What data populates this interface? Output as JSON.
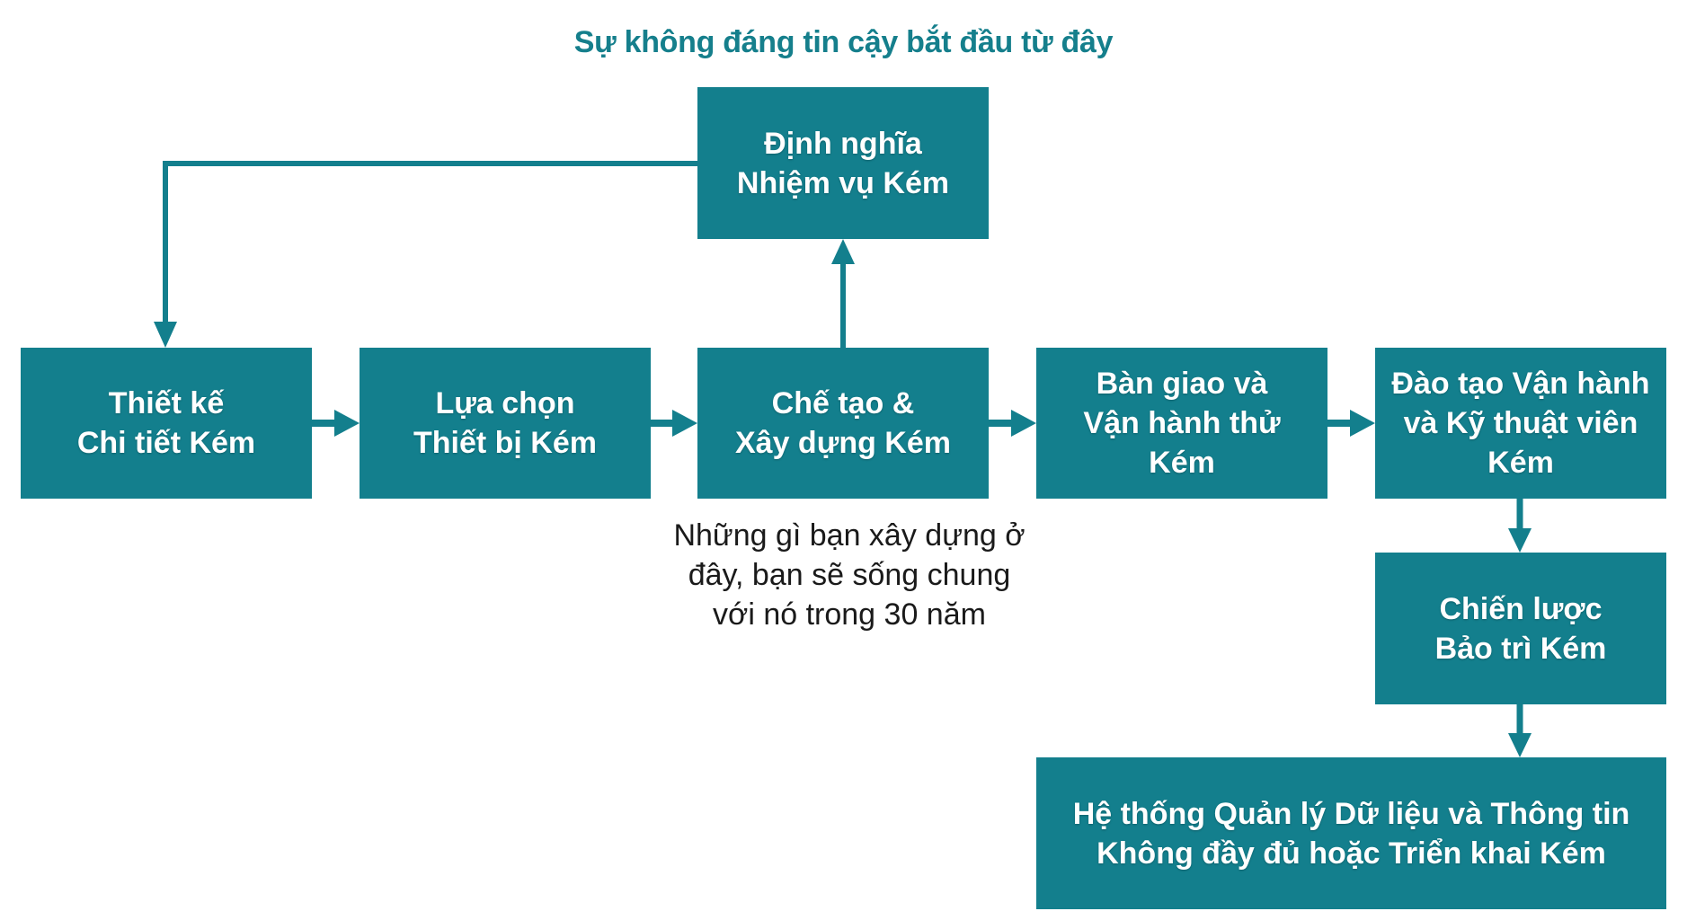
{
  "title": "Sự không đáng tin cậy bắt đầu từ đây",
  "colors": {
    "box_fill": "#137f8d",
    "title": "#157f8c",
    "connector": "#137f8d",
    "caption_text": "#1a1a1a",
    "background": "#ffffff"
  },
  "nodes": {
    "mission": {
      "label": "Định nghĩa\nNhiệm vụ Kém"
    },
    "detail_design": {
      "label": "Thiết kế\nChi tiết Kém"
    },
    "equipment_selection": {
      "label": "Lựa chọn\nThiết bị Kém"
    },
    "fabrication": {
      "label": "Chế tạo &\nXây dựng Kém"
    },
    "commissioning": {
      "label": "Bàn giao và\nVận hành thử\nKém"
    },
    "training": {
      "label": "Đào tạo Vận hành\nvà Kỹ thuật viên\nKém"
    },
    "maintenance": {
      "label": "Chiến lược\nBảo trì Kém"
    },
    "info_system": {
      "label": "Hệ thống Quản lý Dữ liệu và Thông tin\nKhông đầy đủ hoặc Triển khai Kém"
    }
  },
  "caption": "Những gì bạn xây dựng ở\nđây, bạn sẽ sống chung\nvới nó trong 30 năm",
  "edges": [
    {
      "from": "mission",
      "to": "detail_design"
    },
    {
      "from": "detail_design",
      "to": "equipment_selection"
    },
    {
      "from": "equipment_selection",
      "to": "fabrication"
    },
    {
      "from": "fabrication",
      "to": "mission"
    },
    {
      "from": "fabrication",
      "to": "commissioning"
    },
    {
      "from": "commissioning",
      "to": "training"
    },
    {
      "from": "training",
      "to": "maintenance"
    },
    {
      "from": "maintenance",
      "to": "info_system"
    }
  ]
}
